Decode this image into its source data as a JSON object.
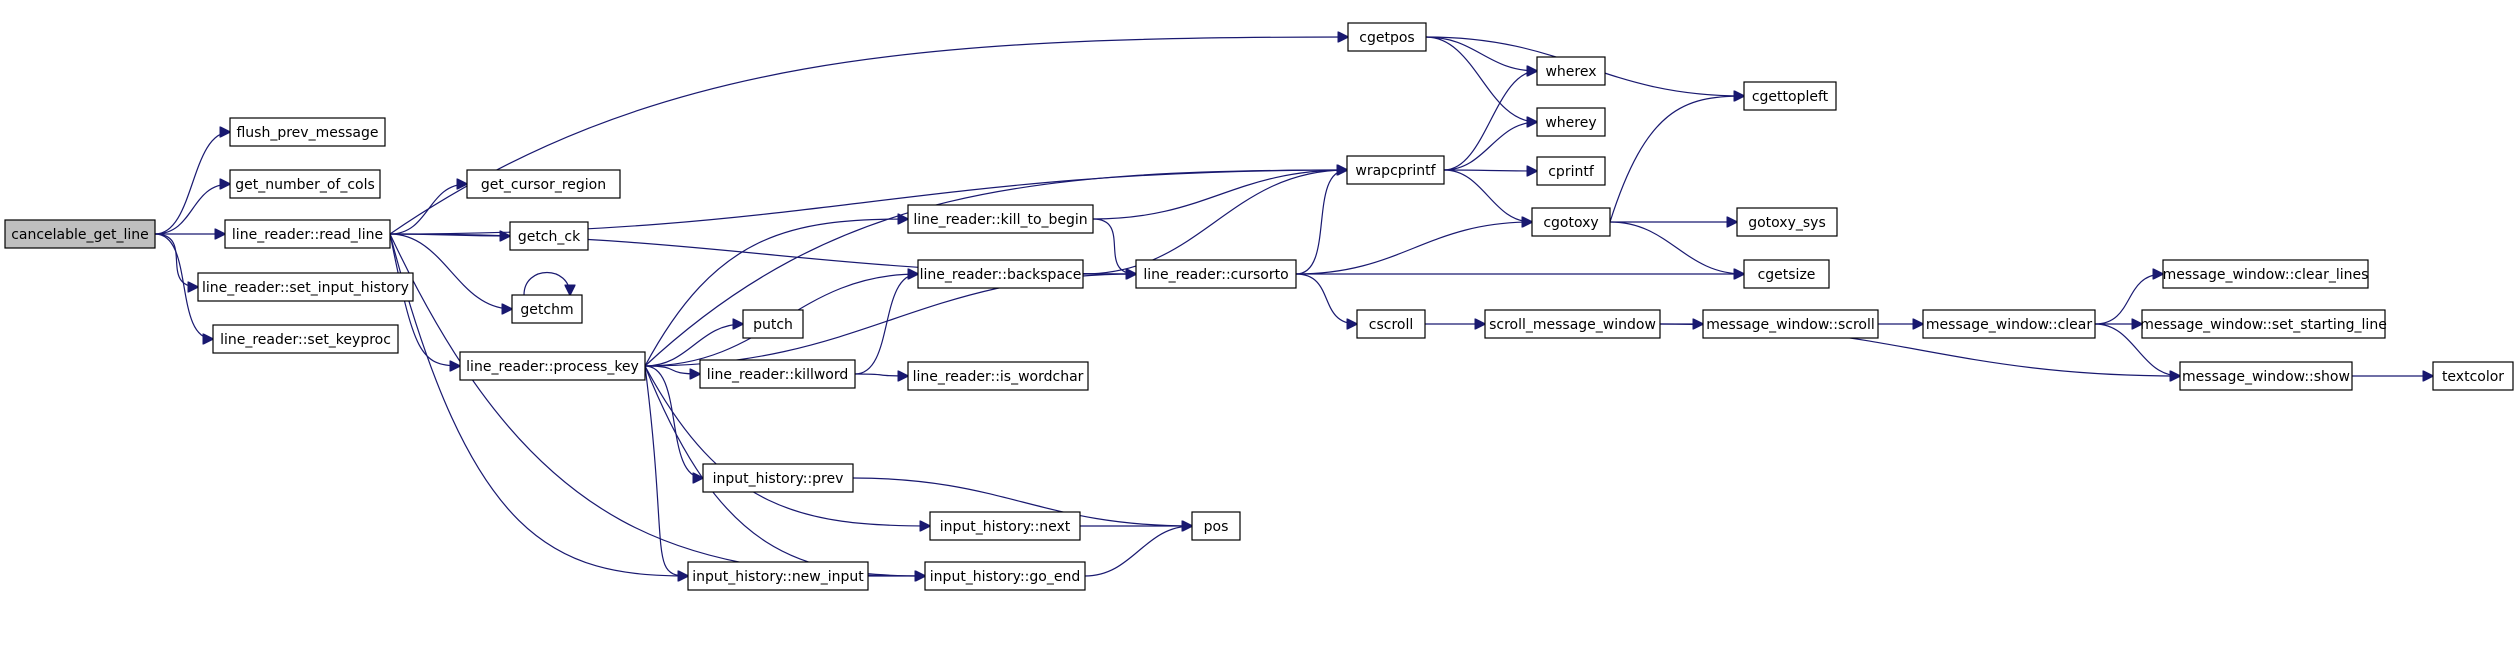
{
  "diagram": {
    "nodes": [
      {
        "id": "cancelable_get_line",
        "label": "cancelable_get_line",
        "root": true
      },
      {
        "id": "flush_prev_message",
        "label": "flush_prev_message"
      },
      {
        "id": "get_number_of_cols",
        "label": "get_number_of_cols"
      },
      {
        "id": "line_reader_read_line",
        "label": "line_reader::read_line"
      },
      {
        "id": "line_reader_set_input_history",
        "label": "line_reader::set_input_history"
      },
      {
        "id": "line_reader_set_keyproc",
        "label": "line_reader::set_keyproc"
      },
      {
        "id": "get_cursor_region",
        "label": "get_cursor_region"
      },
      {
        "id": "getch_ck",
        "label": "getch_ck"
      },
      {
        "id": "getchm",
        "label": "getchm"
      },
      {
        "id": "line_reader_process_key",
        "label": "line_reader::process_key"
      },
      {
        "id": "line_reader_kill_to_begin",
        "label": "line_reader::kill_to_begin"
      },
      {
        "id": "line_reader_backspace",
        "label": "line_reader::backspace"
      },
      {
        "id": "putch",
        "label": "putch"
      },
      {
        "id": "line_reader_killword",
        "label": "line_reader::killword"
      },
      {
        "id": "line_reader_is_wordchar",
        "label": "line_reader::is_wordchar"
      },
      {
        "id": "input_history_prev",
        "label": "input_history::prev"
      },
      {
        "id": "input_history_next",
        "label": "input_history::next"
      },
      {
        "id": "input_history_new_input",
        "label": "input_history::new_input"
      },
      {
        "id": "input_history_go_end",
        "label": "input_history::go_end"
      },
      {
        "id": "pos",
        "label": "pos"
      },
      {
        "id": "cgetpos",
        "label": "cgetpos"
      },
      {
        "id": "wrapcprintf",
        "label": "wrapcprintf"
      },
      {
        "id": "line_reader_cursorto",
        "label": "line_reader::cursorto"
      },
      {
        "id": "wherex",
        "label": "wherex"
      },
      {
        "id": "wherey",
        "label": "wherey"
      },
      {
        "id": "cprintf",
        "label": "cprintf"
      },
      {
        "id": "cgotoxy",
        "label": "cgotoxy"
      },
      {
        "id": "cscroll",
        "label": "cscroll"
      },
      {
        "id": "cgettopleft",
        "label": "cgettopleft"
      },
      {
        "id": "gotoxy_sys",
        "label": "gotoxy_sys"
      },
      {
        "id": "cgetsize",
        "label": "cgetsize"
      },
      {
        "id": "scroll_message_window",
        "label": "scroll_message_window"
      },
      {
        "id": "message_window_scroll",
        "label": "message_window::scroll"
      },
      {
        "id": "message_window_clear",
        "label": "message_window::clear"
      },
      {
        "id": "message_window_clear_lines",
        "label": "message_window::clear_lines"
      },
      {
        "id": "message_window_set_starting_line",
        "label": "message_window::set_starting_line"
      },
      {
        "id": "message_window_show",
        "label": "message_window::show"
      },
      {
        "id": "textcolor",
        "label": "textcolor"
      }
    ],
    "edges": [
      {
        "from": "cancelable_get_line",
        "to": "flush_prev_message"
      },
      {
        "from": "cancelable_get_line",
        "to": "get_number_of_cols"
      },
      {
        "from": "cancelable_get_line",
        "to": "line_reader_read_line"
      },
      {
        "from": "cancelable_get_line",
        "to": "line_reader_set_input_history"
      },
      {
        "from": "cancelable_get_line",
        "to": "line_reader_set_keyproc"
      },
      {
        "from": "line_reader_read_line",
        "to": "cgetpos"
      },
      {
        "from": "line_reader_read_line",
        "to": "wrapcprintf"
      },
      {
        "from": "line_reader_read_line",
        "to": "line_reader_cursorto"
      },
      {
        "from": "line_reader_read_line",
        "to": "get_cursor_region"
      },
      {
        "from": "line_reader_read_line",
        "to": "getch_ck"
      },
      {
        "from": "line_reader_read_line",
        "to": "getchm"
      },
      {
        "from": "line_reader_read_line",
        "to": "line_reader_process_key"
      },
      {
        "from": "line_reader_read_line",
        "to": "input_history_new_input"
      },
      {
        "from": "line_reader_read_line",
        "to": "input_history_go_end"
      },
      {
        "from": "getchm",
        "to": "getchm"
      },
      {
        "from": "line_reader_process_key",
        "to": "wrapcprintf"
      },
      {
        "from": "line_reader_process_key",
        "to": "line_reader_kill_to_begin"
      },
      {
        "from": "line_reader_process_key",
        "to": "line_reader_backspace"
      },
      {
        "from": "line_reader_process_key",
        "to": "putch"
      },
      {
        "from": "line_reader_process_key",
        "to": "line_reader_killword"
      },
      {
        "from": "line_reader_process_key",
        "to": "line_reader_cursorto"
      },
      {
        "from": "line_reader_process_key",
        "to": "input_history_prev"
      },
      {
        "from": "line_reader_process_key",
        "to": "input_history_next"
      },
      {
        "from": "line_reader_process_key",
        "to": "input_history_new_input"
      },
      {
        "from": "line_reader_process_key",
        "to": "input_history_go_end"
      },
      {
        "from": "line_reader_kill_to_begin",
        "to": "wrapcprintf"
      },
      {
        "from": "line_reader_kill_to_begin",
        "to": "line_reader_cursorto"
      },
      {
        "from": "line_reader_backspace",
        "to": "wrapcprintf"
      },
      {
        "from": "line_reader_backspace",
        "to": "line_reader_cursorto"
      },
      {
        "from": "line_reader_killword",
        "to": "line_reader_backspace"
      },
      {
        "from": "line_reader_killword",
        "to": "line_reader_is_wordchar"
      },
      {
        "from": "line_reader_cursorto",
        "to": "wrapcprintf"
      },
      {
        "from": "line_reader_cursorto",
        "to": "cgotoxy"
      },
      {
        "from": "line_reader_cursorto",
        "to": "cgetsize"
      },
      {
        "from": "line_reader_cursorto",
        "to": "cscroll"
      },
      {
        "from": "cgetpos",
        "to": "cgettopleft"
      },
      {
        "from": "cgetpos",
        "to": "wherex"
      },
      {
        "from": "cgetpos",
        "to": "wherey"
      },
      {
        "from": "wrapcprintf",
        "to": "wherex"
      },
      {
        "from": "wrapcprintf",
        "to": "wherey"
      },
      {
        "from": "wrapcprintf",
        "to": "cprintf"
      },
      {
        "from": "wrapcprintf",
        "to": "cgotoxy"
      },
      {
        "from": "cgotoxy",
        "to": "cgettopleft"
      },
      {
        "from": "cgotoxy",
        "to": "gotoxy_sys"
      },
      {
        "from": "cgotoxy",
        "to": "cgetsize"
      },
      {
        "from": "cscroll",
        "to": "scroll_message_window"
      },
      {
        "from": "scroll_message_window",
        "to": "message_window_scroll"
      },
      {
        "from": "scroll_message_window",
        "to": "message_window_show"
      },
      {
        "from": "message_window_scroll",
        "to": "message_window_clear"
      },
      {
        "from": "message_window_clear",
        "to": "message_window_clear_lines"
      },
      {
        "from": "message_window_clear",
        "to": "message_window_set_starting_line"
      },
      {
        "from": "message_window_clear",
        "to": "message_window_show"
      },
      {
        "from": "message_window_show",
        "to": "textcolor"
      },
      {
        "from": "input_history_prev",
        "to": "pos"
      },
      {
        "from": "input_history_next",
        "to": "pos"
      },
      {
        "from": "input_history_new_input",
        "to": "input_history_go_end"
      },
      {
        "from": "input_history_go_end",
        "to": "pos"
      }
    ]
  }
}
